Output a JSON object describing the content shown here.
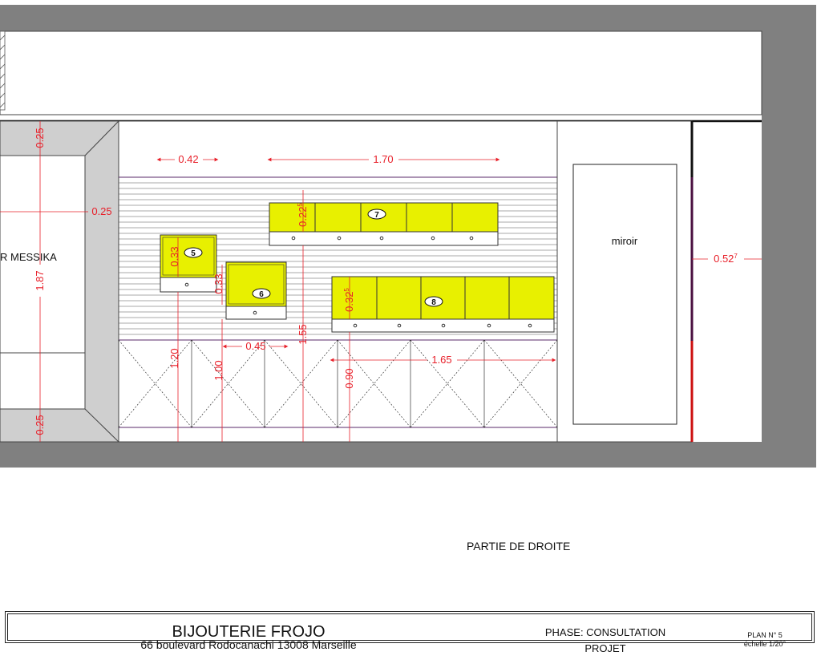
{
  "plan": {
    "brand_label": "R MESSIKA",
    "mirror_label": "miroir",
    "caption": "PARTIE DE DROITE",
    "items": [
      "5",
      "6",
      "7",
      "8"
    ],
    "dimensions": {
      "top_left": "0.42",
      "top_right": "1.70",
      "left_top": "0.25",
      "left_mid": "1.87",
      "left_bottom": "0.25",
      "side": "0.25",
      "item5_height": "0.33",
      "item6_height": "0.33",
      "item7_height": "0.22",
      "item7_height_sup": "5",
      "item8_height": "0.32",
      "item8_height_sup": "5",
      "h_120": "1.20",
      "h_100": "1.00",
      "h_155": "1.55",
      "h_090": "0.90",
      "w_045": "0.45",
      "w_165": "1.65",
      "mirror_right": "0.52",
      "mirror_right_sup": "7"
    },
    "colors": {
      "wall": "#808080",
      "showcase": "#e8f000",
      "dimension": "#e8202a",
      "outline": "#5a2a6a"
    }
  },
  "title_block": {
    "name": "BIJOUTERIE FROJO",
    "address": "66 boulevard Rodocanachi 13008 Marseille",
    "phase": "PHASE:  CONSULTATION",
    "projet": "PROJET",
    "plan_no": "PLAN N°  5",
    "scale": "échelle 1/20°"
  }
}
